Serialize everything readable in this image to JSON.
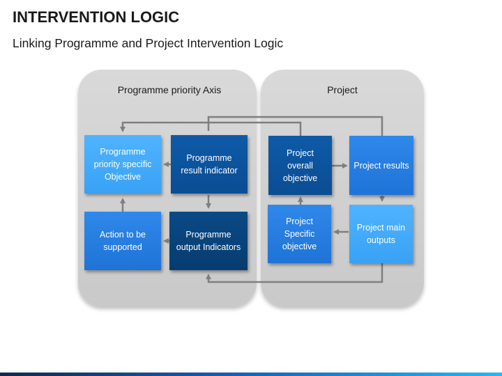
{
  "header": {
    "title": "INTERVENTION LOGIC",
    "subtitle": "Linking Programme and Project Intervention Logic"
  },
  "panels": {
    "left_title": "Programme priority Axis",
    "right_title": "Project"
  },
  "boxes": {
    "priority_objective": "Programme priority specific Objective",
    "result_indicator": "Programme result indicator",
    "action": "Action to be supported",
    "output_indicators": "Programme output Indicators",
    "overall_objective": "Project overall objective",
    "project_results": "Project results",
    "specific_objective": "Project Specific objective",
    "main_outputs": "Project main outputs"
  },
  "colors": {
    "light_blue": "#39a2f5",
    "medium_blue": "#1f73d6",
    "dark_blue": "#0a4d93",
    "panel_gray": "#d0d0d0",
    "connector_gray": "#808080"
  }
}
